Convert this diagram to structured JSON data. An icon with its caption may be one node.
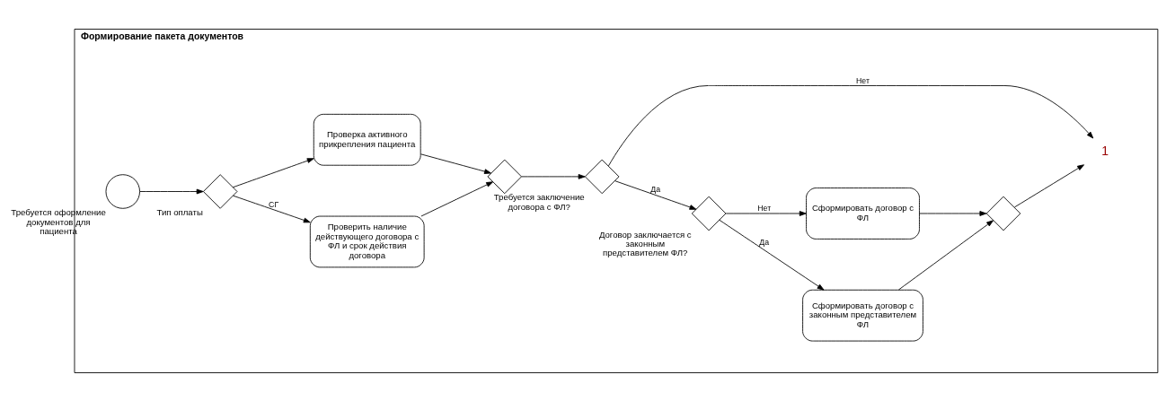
{
  "diagram": {
    "nodes": [
      {
        "text": [
          "Формирование пакета документов"
        ]
      },
      {
        "text": [],
        "shape": "circle",
        "beside": [
          "Требуется оформление документов для пациента"
        ],
        "in": 0
      },
      {
        "text": [],
        "shape": "diamond",
        "beside": [
          "Тип оплаты"
        ],
        "in": 0
      },
      {
        "text": [
          "Проверить наличие действующего договора с ФЛ и срок действия договора"
        ],
        "in": 0
      },
      {
        "text": [
          "Проверка активного прикрепления пациента"
        ],
        "in": 0
      },
      {
        "text": [],
        "shape": "diamond",
        "in": 0
      },
      {
        "text": [],
        "shape": "diamond",
        "beside": [
          "Требуется заключение договора с ФЛ?"
        ],
        "in": 0
      },
      {
        "text": [],
        "shape": "diamond",
        "beside": [
          "Договор заключается с законным представителем ФЛ?"
        ],
        "in": 0
      },
      {
        "text": [
          "Сформировать договор с законным представителем ФЛ"
        ],
        "in": 0
      },
      {
        "text": [
          "Сформировать договор с  ФЛ"
        ],
        "in": 0
      },
      {
        "text": [],
        "shape": "diamond",
        "in": 0
      },
      {
        "text": [
          "1"
        ],
        "in": 0
      }
    ],
    "edges": [
      {
        "from": 1,
        "to": 2,
        "arrow": "to"
      },
      {
        "from": 2,
        "to": 3,
        "arrow": "to",
        "label": "СГ"
      },
      {
        "from": 2,
        "to": 4,
        "arrow": "to"
      },
      {
        "from": 3,
        "to": 5,
        "arrow": "to"
      },
      {
        "from": 4,
        "to": 5,
        "arrow": "to"
      },
      {
        "from": 5,
        "to": 6,
        "arrow": "to"
      },
      {
        "from": 6,
        "to": 7,
        "arrow": "to",
        "label": "Да"
      },
      {
        "from": 6,
        "to": 11,
        "arrow": "to",
        "label": "Нет"
      },
      {
        "from": 7,
        "to": 8,
        "arrow": "to",
        "label": "Да"
      },
      {
        "from": 7,
        "to": 9,
        "arrow": "to",
        "label": "Нет"
      },
      {
        "from": 8,
        "to": 10,
        "arrow": "to"
      },
      {
        "from": 9,
        "to": 10,
        "arrow": "to"
      },
      {
        "from": 10,
        "to": 11,
        "arrow": "to"
      }
    ]
  }
}
